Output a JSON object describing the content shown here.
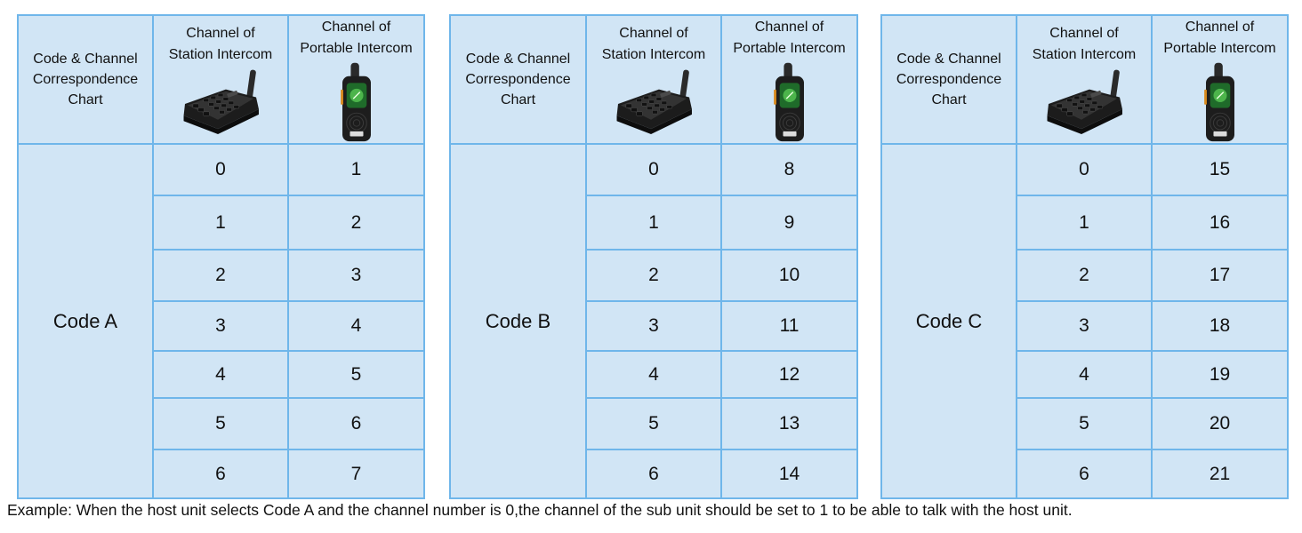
{
  "header": {
    "title_line1": "Code & Channel",
    "title_line2": "Correspondence",
    "title_line3": "Chart",
    "station_line1": "Channel of",
    "station_line2": "Station Intercom",
    "portable_line1": "Channel of",
    "portable_line2": "Portable Intercom",
    "station_device_icon": "desk-intercom-base-icon",
    "portable_device_icon": "walkie-talkie-icon"
  },
  "tables": [
    {
      "code": "Code A",
      "rows": [
        {
          "station": "0",
          "portable": "1"
        },
        {
          "station": "1",
          "portable": "2"
        },
        {
          "station": "2",
          "portable": "3"
        },
        {
          "station": "3",
          "portable": "4"
        },
        {
          "station": "4",
          "portable": "5"
        },
        {
          "station": "5",
          "portable": "6"
        },
        {
          "station": "6",
          "portable": "7"
        }
      ]
    },
    {
      "code": "Code B",
      "rows": [
        {
          "station": "0",
          "portable": "8"
        },
        {
          "station": "1",
          "portable": "9"
        },
        {
          "station": "2",
          "portable": "10"
        },
        {
          "station": "3",
          "portable": "11"
        },
        {
          "station": "4",
          "portable": "12"
        },
        {
          "station": "5",
          "portable": "13"
        },
        {
          "station": "6",
          "portable": "14"
        }
      ]
    },
    {
      "code": "Code C",
      "rows": [
        {
          "station": "0",
          "portable": "15"
        },
        {
          "station": "1",
          "portable": "16"
        },
        {
          "station": "2",
          "portable": "17"
        },
        {
          "station": "3",
          "portable": "18"
        },
        {
          "station": "4",
          "portable": "19"
        },
        {
          "station": "5",
          "portable": "20"
        },
        {
          "station": "6",
          "portable": "21"
        }
      ]
    }
  ],
  "colors": {
    "cell_background": "#d1e5f5",
    "border": "#6fb6ea"
  },
  "footer": {
    "example": "Example: When the host unit selects Code A and the channel number is 0,the channel of the sub unit should be set to 1 to be able to talk with the host unit."
  }
}
